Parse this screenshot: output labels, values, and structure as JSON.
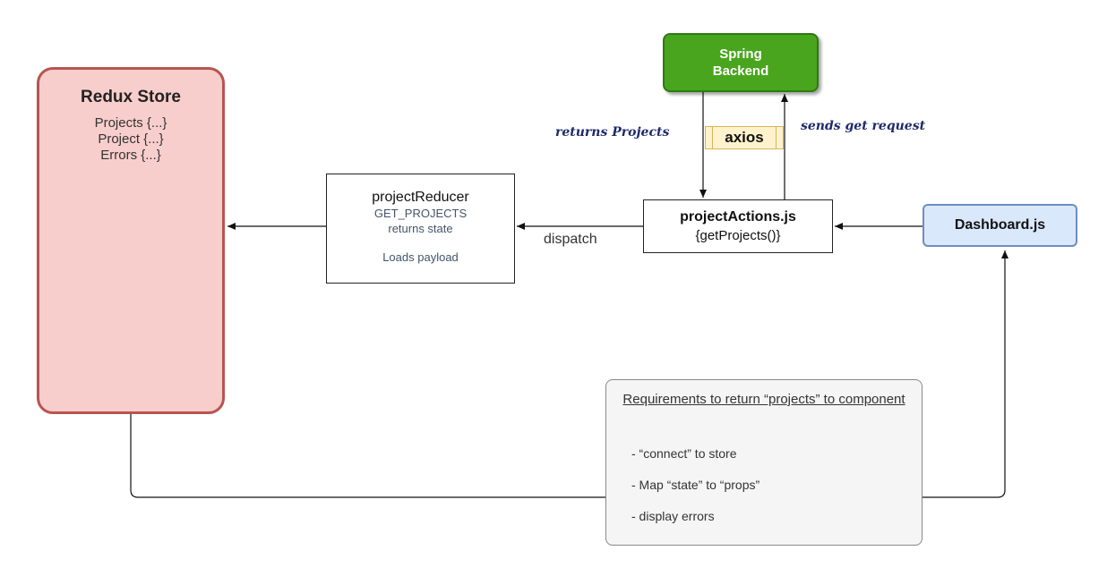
{
  "nodes": {
    "redux_store": {
      "title": "Redux Store",
      "lines": [
        "Projects {...}",
        "Project {...}",
        "Errors {...}"
      ]
    },
    "spring_backend": {
      "line1": "Spring",
      "line2": "Backend"
    },
    "axios": {
      "label": "axios"
    },
    "project_actions": {
      "title": "projectActions.js",
      "subtitle": "{getProjects()}"
    },
    "project_reducer": {
      "title": "projectReducer",
      "line1": "GET_PROJECTS",
      "line2": "returns state",
      "line3": "Loads payload"
    },
    "dashboard": {
      "label": "Dashboard.js"
    },
    "requirements": {
      "heading": "Requirements to return “projects” to component",
      "items": [
        "- “connect” to store",
        "- Map “state” to “props”",
        "- display errors"
      ]
    }
  },
  "edge_labels": {
    "returns_projects": "returns Projects",
    "sends_get_request": "sends get request",
    "dispatch": "dispatch"
  },
  "colors": {
    "redux_fill": "#f8cecc",
    "redux_border": "#b85450",
    "spring_fill": "#4aa51e",
    "axios_fill": "#fff2cc",
    "dashboard_fill": "#dae8fc",
    "dashboard_border": "#6c8ebf",
    "note_text": "#1f2a6b"
  }
}
